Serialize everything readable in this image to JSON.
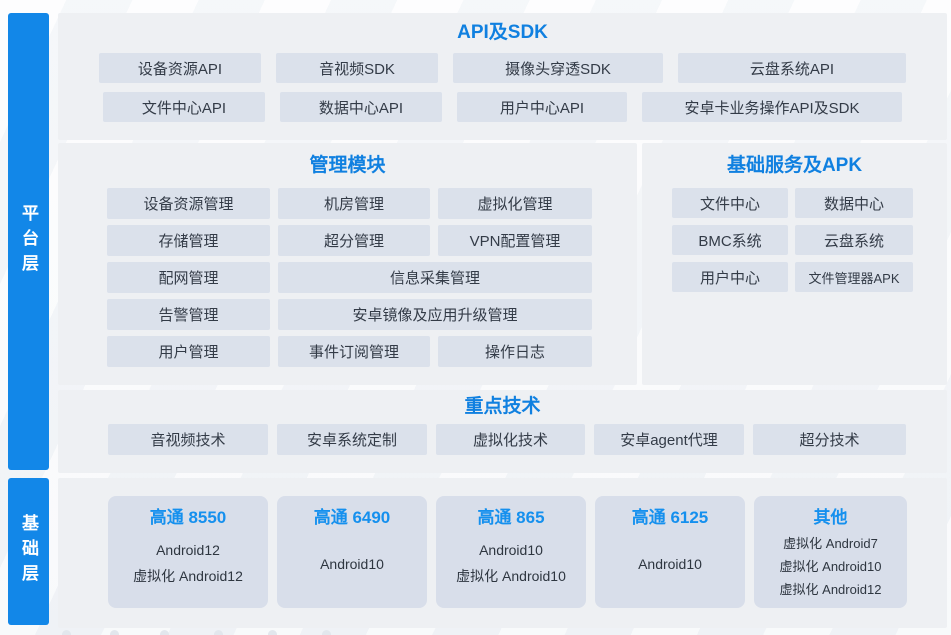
{
  "colors": {
    "accent_blue": "#1287e8",
    "title_blue": "#1080e0",
    "card_title_blue": "#1590ee",
    "panel_bg": "#eef0f3",
    "box_bg": "#dbe1eb",
    "card_bg": "#d8deea",
    "text_dark": "#333b47"
  },
  "layers": {
    "platform": {
      "label": "平台层"
    },
    "base": {
      "label": "基础层"
    }
  },
  "sections": {
    "api_sdk": {
      "title": "API及SDK",
      "row1": [
        "设备资源API",
        "音视频SDK",
        "摄像头穿透SDK",
        "云盘系统API"
      ],
      "row2": [
        "文件中心API",
        "数据中心API",
        "用户中心API",
        "安卓卡业务操作API及SDK"
      ]
    },
    "management": {
      "title": "管理模块",
      "boxes": [
        "设备资源管理",
        "机房管理",
        "虚拟化管理",
        "存储管理",
        "超分管理",
        "VPN配置管理",
        "配网管理",
        "信息采集管理",
        "告警管理",
        "安卓镜像及应用升级管理",
        "用户管理",
        "事件订阅管理",
        "操作日志"
      ]
    },
    "services": {
      "title": "基础服务及APK",
      "boxes": [
        "文件中心",
        "数据中心",
        "BMC系统",
        "云盘系统",
        "用户中心",
        "文件管理器APK"
      ]
    },
    "tech": {
      "title": "重点技术",
      "boxes": [
        "音视频技术",
        "安卓系统定制",
        "虚拟化技术",
        "安卓agent代理",
        "超分技术"
      ]
    },
    "chipsets": {
      "cards": [
        {
          "title": "高通 8550",
          "lines": [
            "Android12",
            "虚拟化 Android12"
          ]
        },
        {
          "title": "高通 6490",
          "lines": [
            "Android10"
          ]
        },
        {
          "title": "高通 865",
          "lines": [
            "Android10",
            "虚拟化 Android10"
          ]
        },
        {
          "title": "高通 6125",
          "lines": [
            "Android10"
          ]
        },
        {
          "title": "其他",
          "lines": [
            "虚拟化 Android7",
            "虚拟化 Android10",
            "虚拟化 Android12"
          ]
        }
      ]
    }
  }
}
